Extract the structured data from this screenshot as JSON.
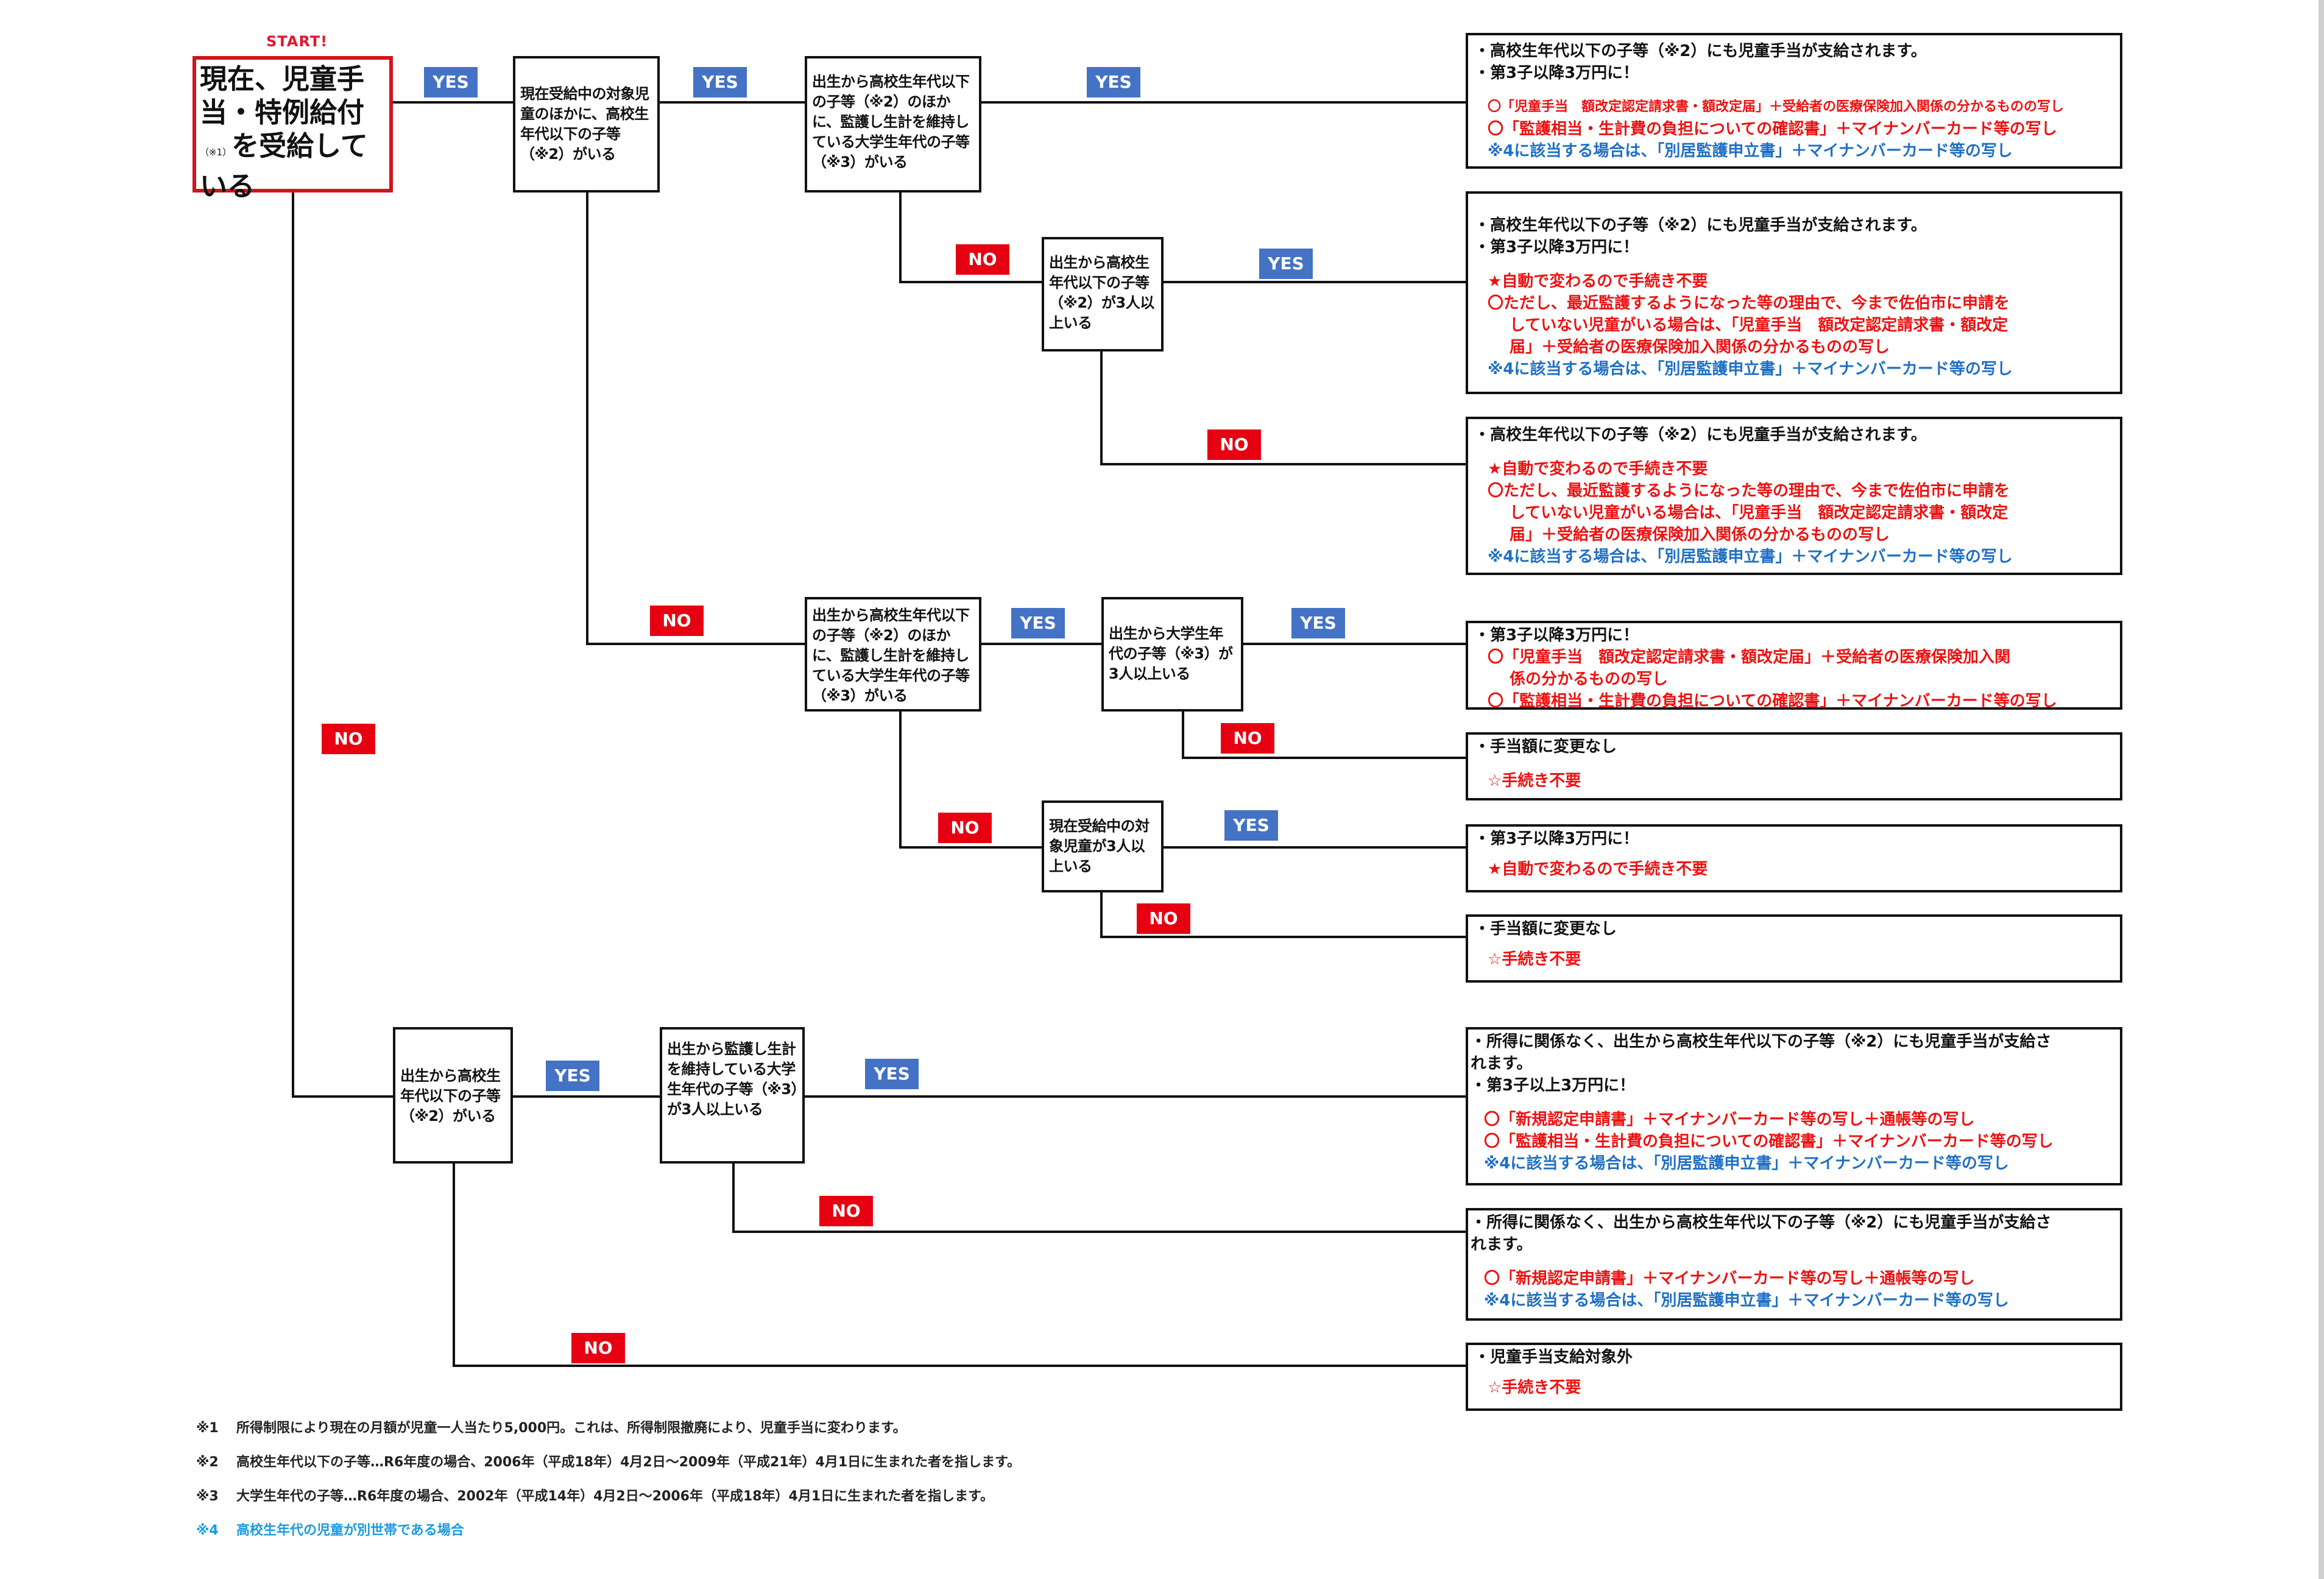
{
  "start": {
    "label": "START!",
    "question_main": "現在、児童手当・特例給付",
    "question_note": "（※1）",
    "question_tail": "を受給している"
  },
  "branch_labels": {
    "yes": "YES",
    "no": "NO"
  },
  "decisions": {
    "b": "現在受給中の対象児童のほかに、高校生年代以下の子等（※2）がいる",
    "c": "出生から高校生年代以下の子等（※2）のほかに、監護し生計を維持している大学生年代の子等（※3）がいる",
    "d": "出生から高校生年代以下の子等（※2）が3人以上いる",
    "e": "出生から高校生年代以下の子等（※2）のほかに、監護し生計を維持している大学生年代の子等（※3）がいる",
    "f": "出生から大学生年代の子等（※3）が3人以上いる",
    "g": "現在受給中の対象児童が3人以上いる",
    "h": "出生から高校生年代以下の子等（※2）がいる",
    "i": "出生から監護し生計を維持している大学生年代の子等（※3）が3人以上いる"
  },
  "results": {
    "r1": {
      "lines": [
        "・高校生年代以下の子等（※2）にも児童手当が支給されます。",
        "・第3子以降3万円に！"
      ],
      "red": [
        "〇「児童手当　額改定認定請求書・額改定届」＋受給者の医療保険加入関係の分かるものの写し",
        "〇「監護相当・生計費の負担についての確認書」＋マイナンバーカード等の写し"
      ],
      "blue": "※4に該当する場合は、「別居監護申立書」＋マイナンバーカード等の写し"
    },
    "r2": {
      "lines": [
        "・高校生年代以下の子等（※2）にも児童手当が支給されます。",
        "・第3子以降3万円に！"
      ],
      "red_star": "★自動で変わるので手続き不要",
      "red_note_1": "〇ただし、最近監護するようになった等の理由で、今まで佐伯市に申請を",
      "red_note_2": "していない児童がいる場合は、「児童手当　額改定認定請求書・額改定",
      "red_note_3": "届」＋受給者の医療保険加入関係の分かるものの写し",
      "blue": "※4に該当する場合は、「別居監護申立書」＋マイナンバーカード等の写し"
    },
    "r3": {
      "lines": [
        "・高校生年代以下の子等（※2）にも児童手当が支給されます。"
      ],
      "red_star": "★自動で変わるので手続き不要",
      "red_note_1": "〇ただし、最近監護するようになった等の理由で、今まで佐伯市に申請を",
      "red_note_2": "していない児童がいる場合は、「児童手当　額改定認定請求書・額改定",
      "red_note_3": "届」＋受給者の医療保険加入関係の分かるものの写し",
      "blue": "※4に該当する場合は、「別居監護申立書」＋マイナンバーカード等の写し"
    },
    "r4": {
      "lines": [
        "・第3子以降3万円に！"
      ],
      "red_1a": "〇「児童手当　額改定認定請求書・額改定届」＋受給者の医療保険加入関",
      "red_1b": "係の分かるものの写し",
      "red_2": "〇「監護相当・生計費の負担についての確認書」＋マイナンバーカード等の写し"
    },
    "r5": {
      "lines": [
        "・手当額に変更なし"
      ],
      "red_star": "☆手続き不要"
    },
    "r6": {
      "lines": [
        "・第3子以降3万円に！"
      ],
      "red_star": "★自動で変わるので手続き不要"
    },
    "r7": {
      "lines": [
        "・手当額に変更なし"
      ],
      "red_star": "☆手続き不要"
    },
    "r8": {
      "line_1a": "・所得に関係なく、出生から高校生年代以下の子等（※2）にも児童手当が支給さ",
      "line_1b": "れます。",
      "line_2": "・第3子以上3万円に！",
      "red": [
        "〇「新規認定申請書」＋マイナンバーカード等の写し＋通帳等の写し",
        "〇「監護相当・生計費の負担についての確認書」＋マイナンバーカード等の写し"
      ],
      "blue": "※4に該当する場合は、「別居監護申立書」＋マイナンバーカード等の写し"
    },
    "r9": {
      "line_1a": "・所得に関係なく、出生から高校生年代以下の子等（※2）にも児童手当が支給さ",
      "line_1b": "れます。",
      "red": [
        "〇「新規認定申請書」＋マイナンバーカード等の写し＋通帳等の写し"
      ],
      "blue": "※4に該当する場合は、「別居監護申立書」＋マイナンバーカード等の写し"
    },
    "r10": {
      "lines": [
        "・児童手当支給対象外"
      ],
      "red_star": "☆手続き不要"
    }
  },
  "footnotes": [
    {
      "mark": "※1",
      "text": "所得制限により現在の月額が児童一人当たり5,000円。これは、所得制限撤廃により、児童手当に変わります。"
    },
    {
      "mark": "※2",
      "text": "高校生年代以下の子等…R6年度の場合、2006年（平成18年）4月2日～2009年（平成21年）4月1日に生まれた者を指します。"
    },
    {
      "mark": "※3",
      "text": "大学生年代の子等…R6年度の場合、2002年（平成14年）4月2日～2006年（平成18年）4月1日に生まれた者を指します。"
    },
    {
      "mark": "※4",
      "text": "高校生年代の児童が別世帯である場合"
    }
  ],
  "colors": {
    "yes": "#4472c4",
    "no": "#e60012",
    "start_border": "#d0141c",
    "red_text": "#ee1111",
    "blue_text": "#1f6fc5",
    "footnote4": "#1a9ae0"
  }
}
